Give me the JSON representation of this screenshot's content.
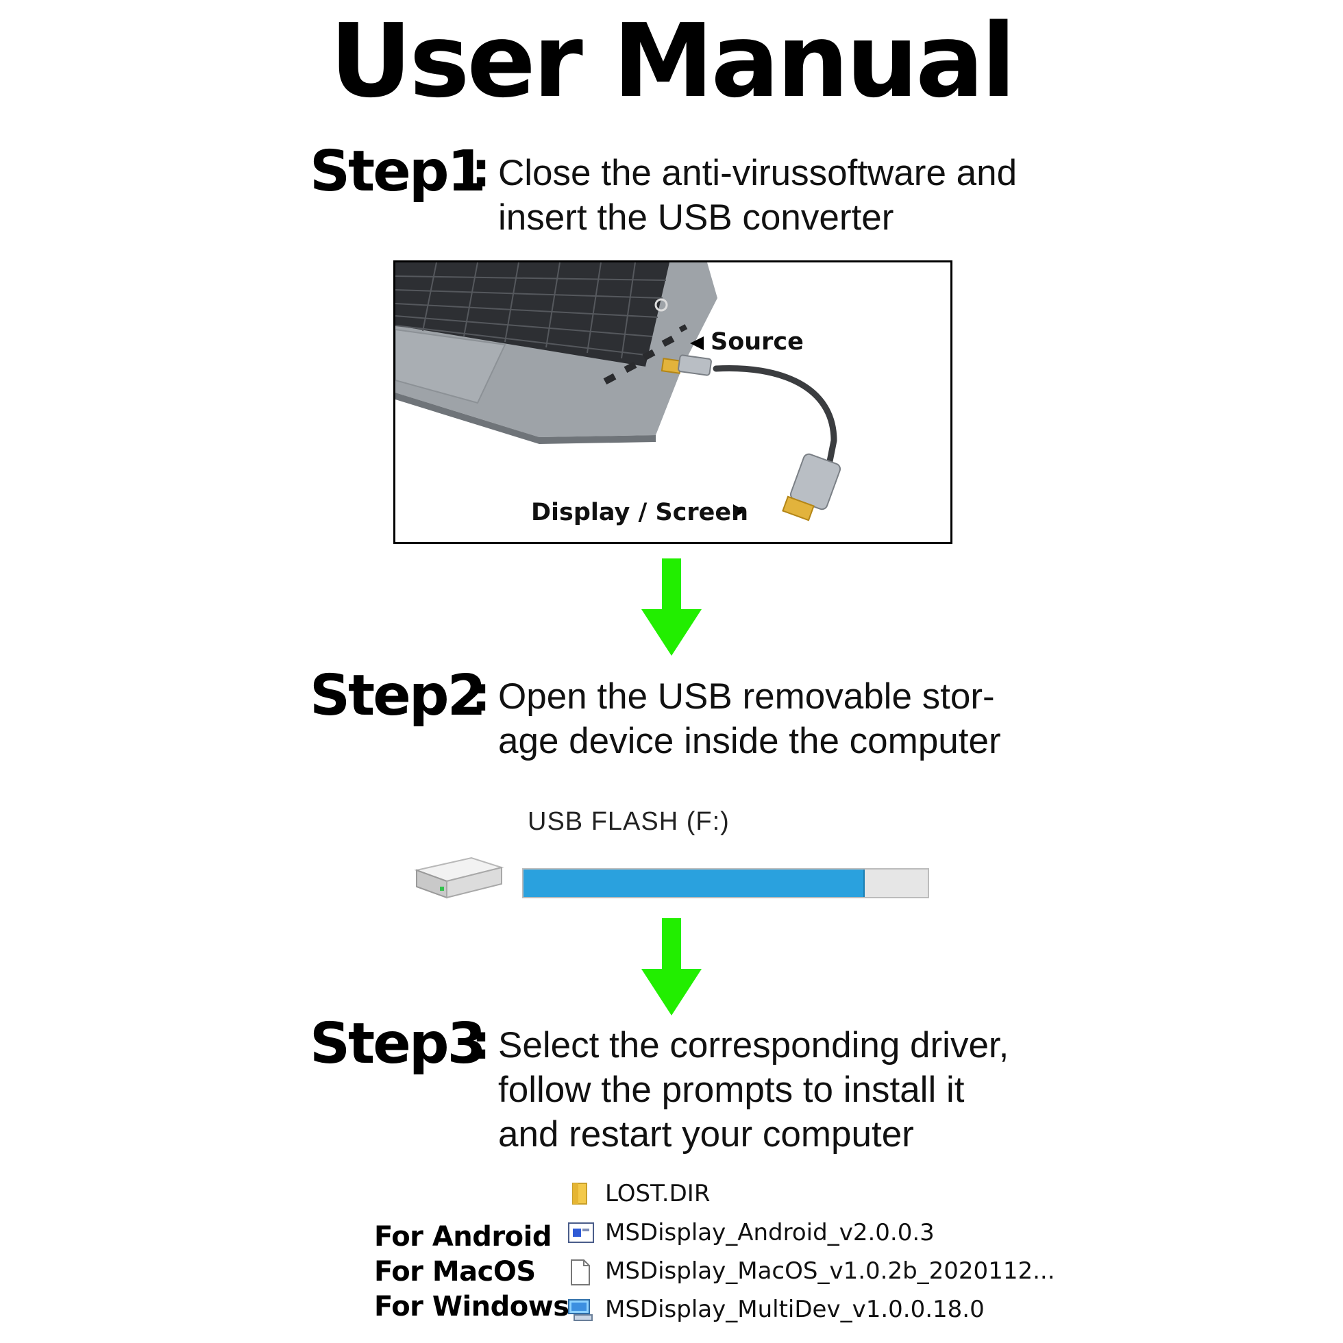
{
  "title": "User Manual",
  "steps": [
    {
      "label": "Step1",
      "colon": ":",
      "lines": [
        "Close  the  anti-virussoftware  and",
        "insert the USB converter"
      ]
    },
    {
      "label": "Step2",
      "colon": ":",
      "lines": [
        "Open the USB removable stor-",
        "age device inside the computer"
      ]
    },
    {
      "label": "Step3",
      "colon": ":",
      "lines": [
        "Select the corresponding driver,",
        "follow the prompts to install it",
        "and restart your computer"
      ]
    }
  ],
  "figure": {
    "source_label": "Source",
    "display_label": "Display / Screen"
  },
  "drive": {
    "label": "USB FLASH (F:)",
    "usage_fraction": 0.84,
    "fill_color": "#2aa1de"
  },
  "arrow_color": "#22ee00",
  "drivers": {
    "os_labels": [
      "For Android",
      "For MacOS",
      "For Windows"
    ],
    "files": [
      {
        "name": "LOST.DIR",
        "icon": "folder-icon"
      },
      {
        "name": "MSDisplay_Android_v2.0.0.3",
        "icon": "apk-file-icon"
      },
      {
        "name": "MSDisplay_MacOS_v1.0.2b_2020112...",
        "icon": "blank-file-icon"
      },
      {
        "name": "MSDisplay_MultiDev_v1.0.0.18.0",
        "icon": "installer-icon"
      }
    ]
  }
}
